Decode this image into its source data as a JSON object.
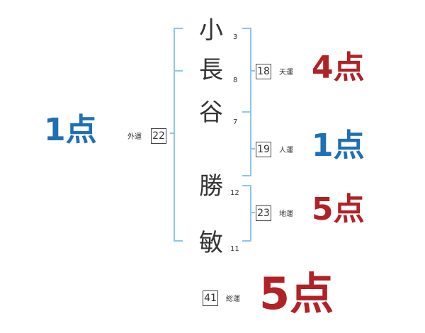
{
  "name_chars": [
    {
      "char": "小",
      "strokes": "3"
    },
    {
      "char": "長",
      "strokes": "8"
    },
    {
      "char": "谷",
      "strokes": "7"
    },
    {
      "char": "勝",
      "strokes": "12"
    },
    {
      "char": "敏",
      "strokes": "11"
    }
  ],
  "gaikaku": {
    "label": "外運",
    "value": "22",
    "score": "1点"
  },
  "tenkaku": {
    "label": "天運",
    "value": "18",
    "score": "4点"
  },
  "jinkaku": {
    "label": "人運",
    "value": "19",
    "score": "1点"
  },
  "chikaku": {
    "label": "地運",
    "value": "23",
    "score": "5点"
  },
  "soukaku": {
    "label": "総運",
    "value": "41",
    "score": "5点"
  },
  "colors": {
    "bracket": "#8ec6e6",
    "score_blue": "#1f6fb5",
    "score_red": "#b02226",
    "text": "#333333"
  }
}
